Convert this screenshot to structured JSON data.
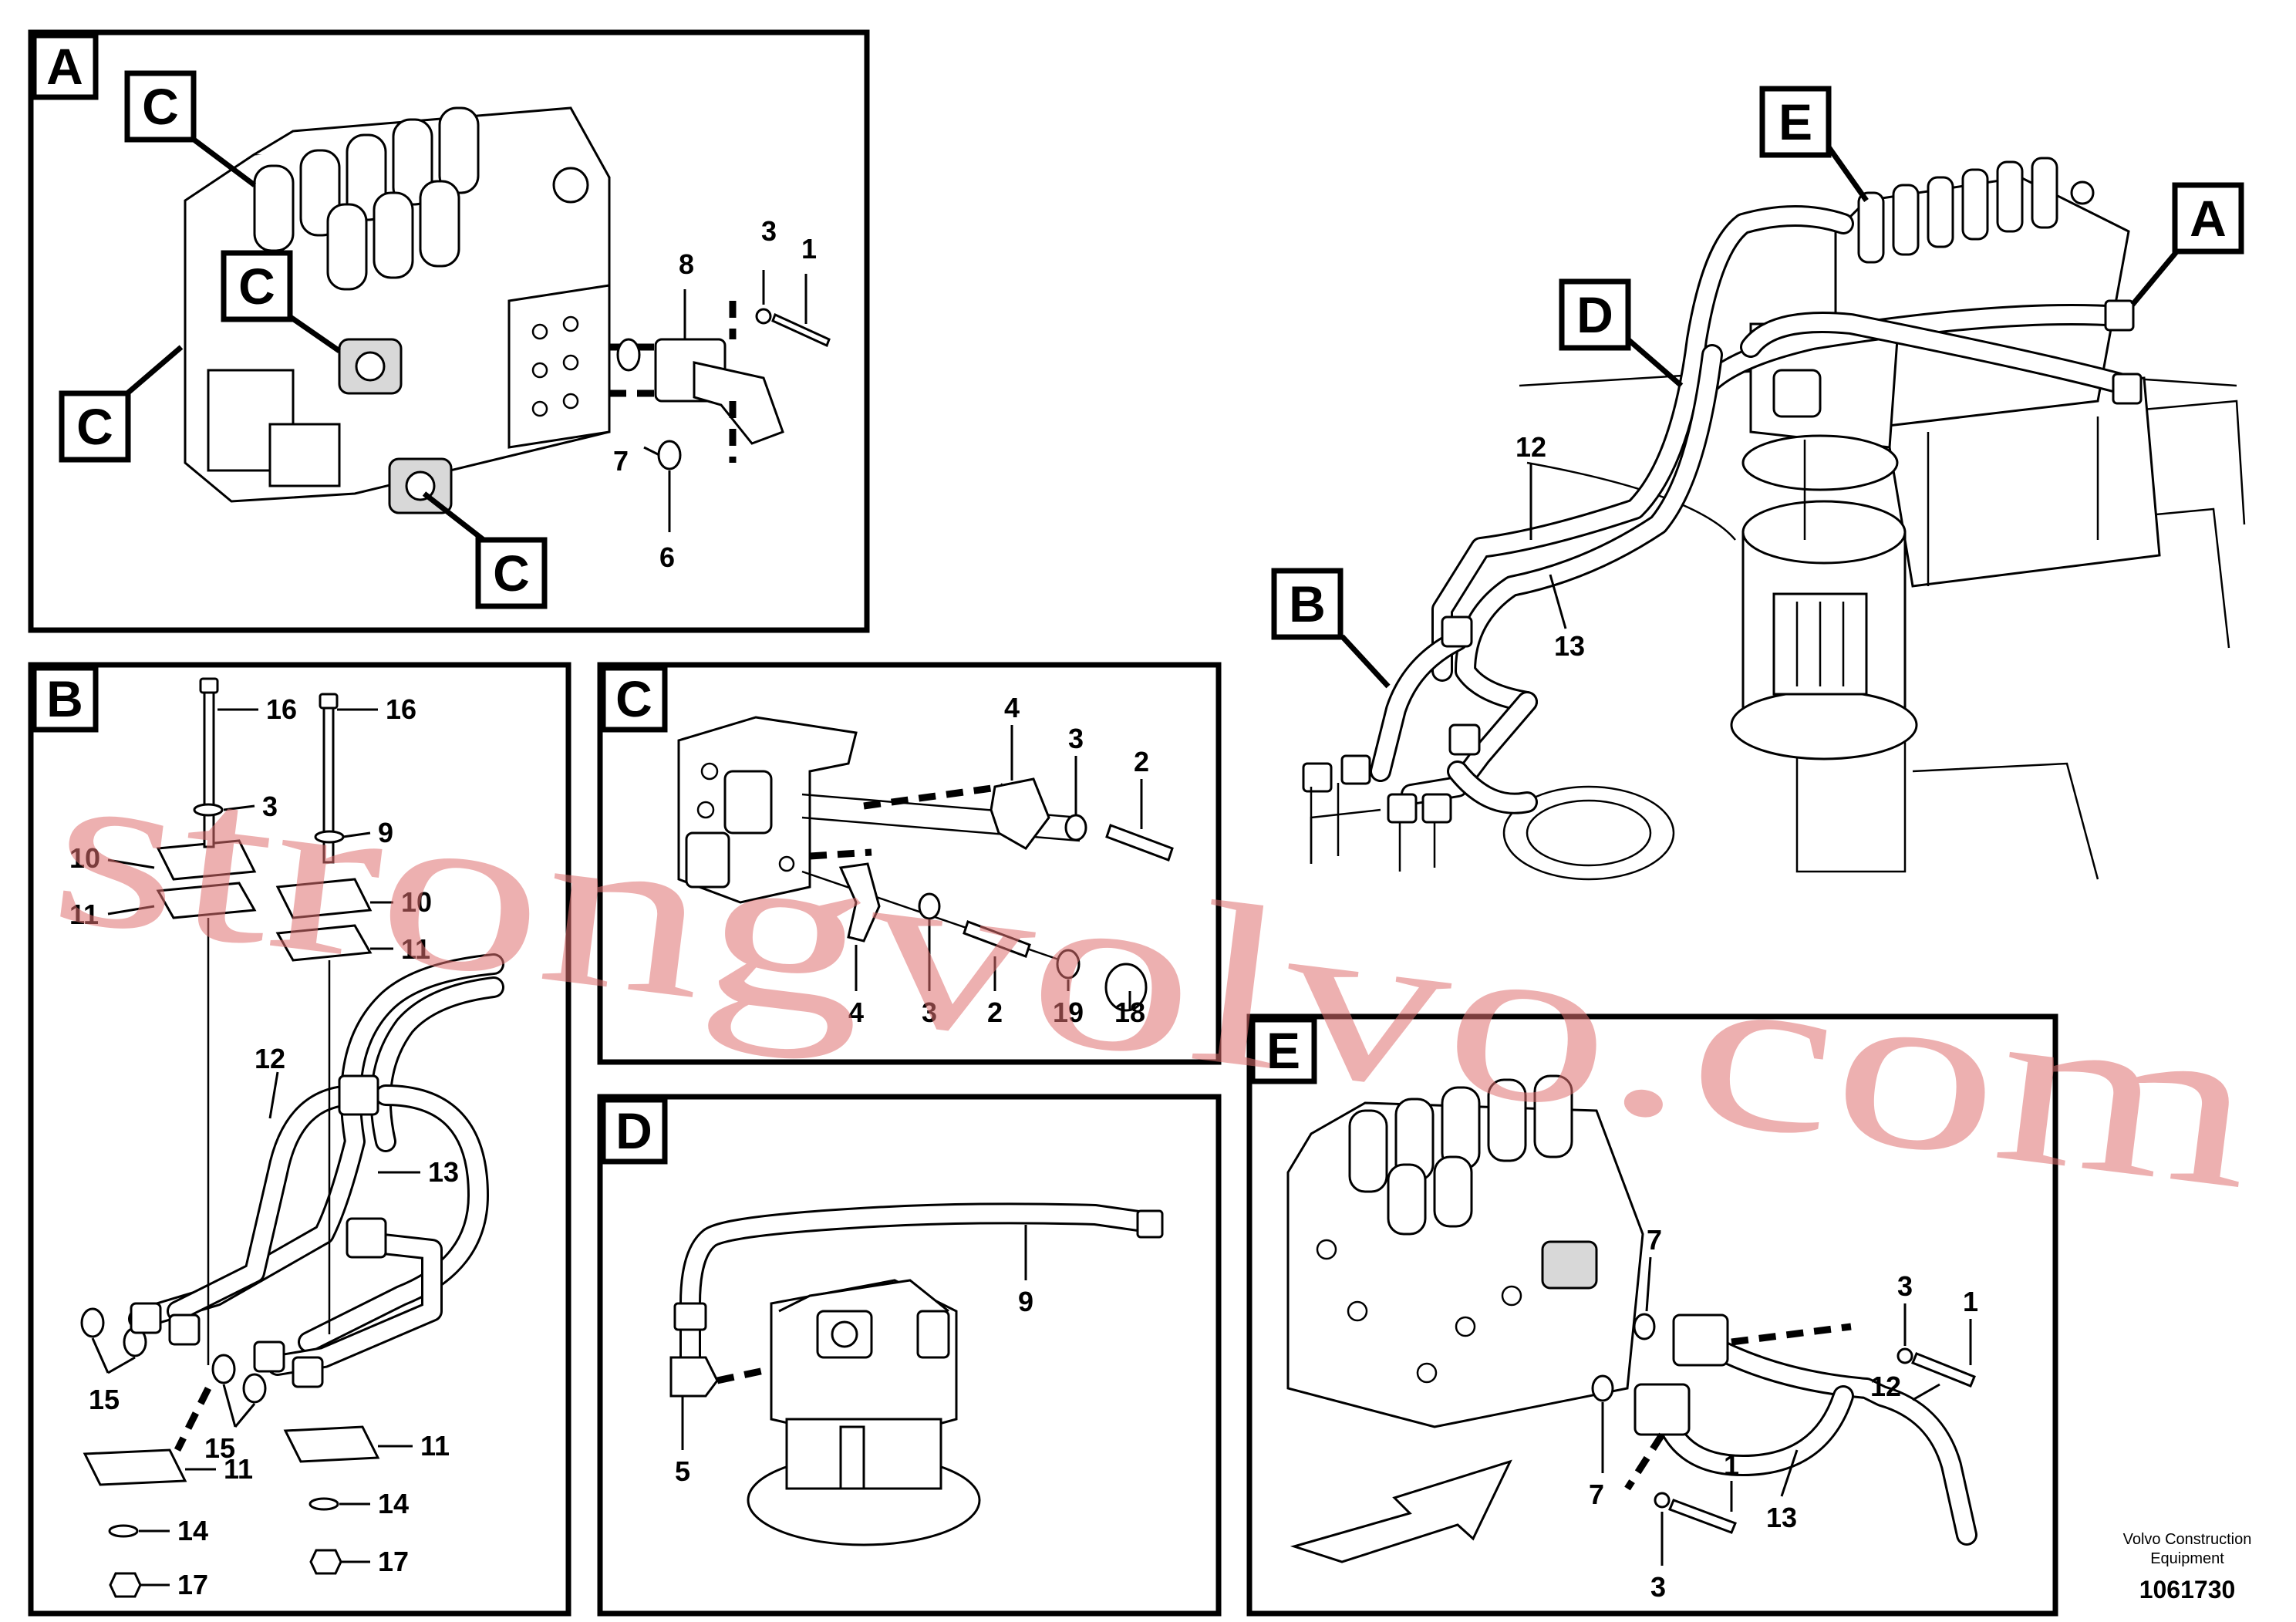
{
  "views": {
    "A": {
      "tag": "A",
      "sub_tags": [
        "C",
        "C",
        "C",
        "C"
      ],
      "labels": [
        "3",
        "1",
        "8",
        "7",
        "6"
      ]
    },
    "B": {
      "tag": "B",
      "labels": [
        "16",
        "16",
        "3",
        "9",
        "10",
        "10",
        "11",
        "11",
        "12",
        "13",
        "15",
        "15",
        "11",
        "11",
        "14",
        "14",
        "17",
        "17"
      ]
    },
    "C": {
      "tag": "C",
      "labels": [
        "4",
        "3",
        "2",
        "4",
        "3",
        "2",
        "19",
        "18"
      ]
    },
    "D": {
      "tag": "D",
      "labels": [
        "9",
        "5"
      ]
    },
    "E": {
      "tag": "E",
      "labels": [
        "7",
        "3",
        "1",
        "12",
        "7",
        "1",
        "13",
        "3"
      ]
    },
    "overview": {
      "tags": [
        "E",
        "A",
        "D",
        "B"
      ],
      "labels": [
        "12",
        "13"
      ]
    }
  },
  "watermark": {
    "text": "strongvolvo.com"
  },
  "footer": {
    "company_line1": "Volvo Construction",
    "company_line2": "Equipment",
    "drawing_number": "1061730"
  }
}
